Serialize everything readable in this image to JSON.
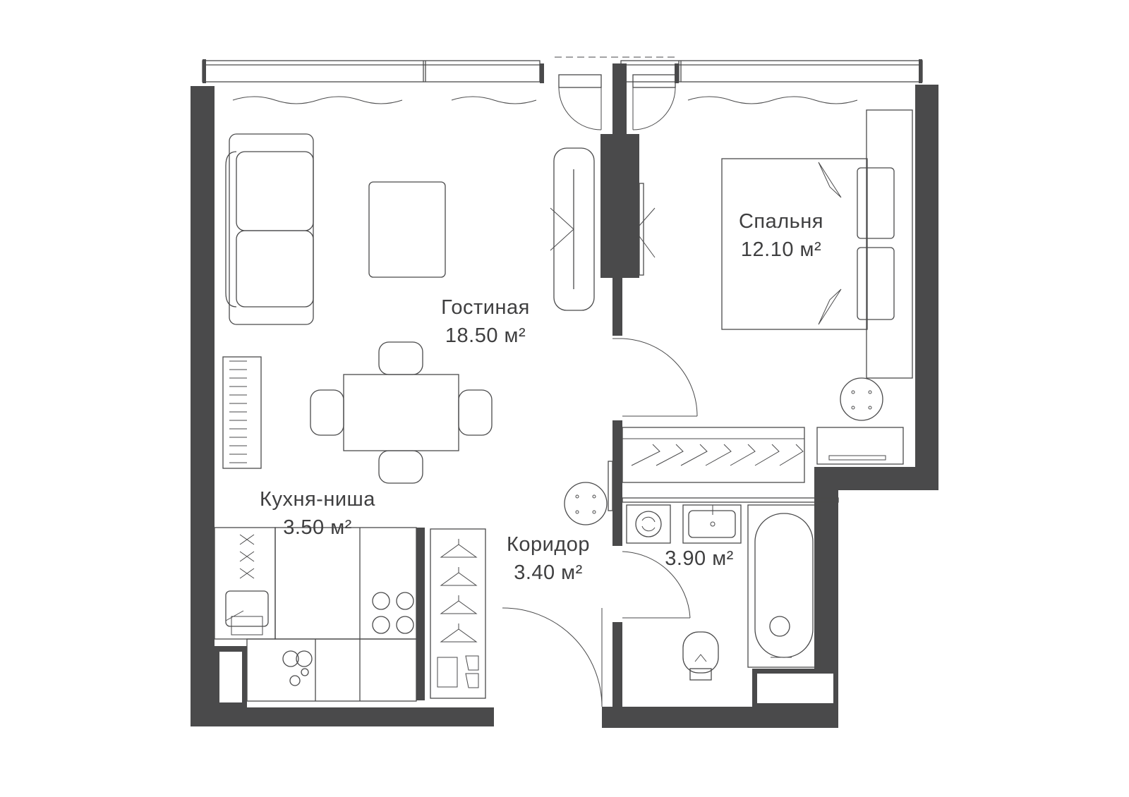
{
  "rooms": {
    "living": {
      "name": "Гостиная",
      "area": "18.50 м²"
    },
    "bedroom": {
      "name": "Спальня",
      "area": "12.10 м²"
    },
    "kitchen": {
      "name": "Кухня-ниша",
      "area": "3.50 м²"
    },
    "corridor": {
      "name": "Коридор",
      "area": "3.40 м²"
    },
    "bathroom": {
      "area": "3.90 м²"
    }
  },
  "colors": {
    "wall": "#4a4a4b",
    "line": "#4a4a4b",
    "background": "#ffffff"
  }
}
